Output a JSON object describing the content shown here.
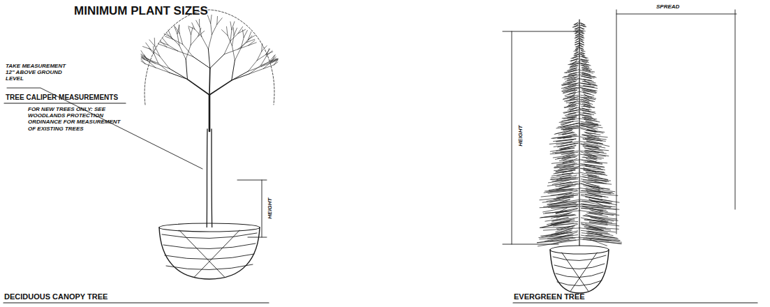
{
  "diagram": {
    "title": "MINIMUM PLANT SIZES",
    "labels": [
      "TAKE MEASUREMENT 12\" ABOVE GROUND LEVEL",
      "HEIGHT",
      "TREE CALIPER MEASUREMENTS",
      "FOR NEW TREES ONLY: SEE WOODLANDS PROTECTION ORDINANCE FOR MEASUREMENT OF EXISTING TREES",
      "DECIDUOUS CANOPY TREE",
      "SPREAD",
      "HEIGHT",
      "EVERGREEN TREE"
    ]
  }
}
